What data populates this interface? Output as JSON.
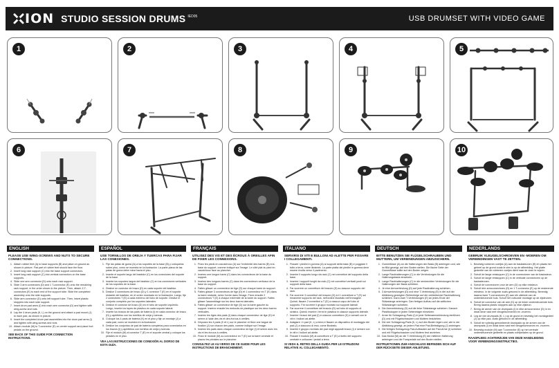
{
  "header": {
    "brand": "ION",
    "product": "STUDIO SESSION DRUMS",
    "model": "IED05",
    "tagline": "USB DRUMSET WITH VIDEO GAME"
  },
  "steps": [
    "1",
    "2",
    "3",
    "4",
    "5",
    "6",
    "7",
    "8",
    "9",
    "10"
  ],
  "languages": [
    {
      "name": "ENGLISH",
      "title": "PLEASE USE WING-SCREWS AND NUTS TO SECURE CONNECTIONS.",
      "items": [
        "Attach rubber feet (A) to base supports (B) and place on ground as shown in picture. Flat part of rubber feet should face the floor.",
        "Insert long rack support (C) into the base support connectors.",
        "Insert long rack support (C) into vertical connectors on the base supports.",
        "Slide one arm connector (D) onto each rack support.",
        "Slide 3 arm connectors (D) and 1 T-connector (E) onto the remaining rack support, in the order shown in the picture. Then, attach Z-T-connectors (E) to each end of the support tube. Slide the completed assembly onto the side supports.",
        "Slide arm connector (D) onto left support tube. Then, insert plastic stoppers into each side support.",
        "Insert drum pad arms (I) into each arm connector (D) and tighten with wing-screw and nuts.",
        "Lay the 4 drum pads (K, L) on the ground and attach a pad mount (J) to each pad, as shown in picture.",
        "Insert the completed drum pad assemblies into the drum pad arms (I) and tighten with wing-screws and nuts.",
        "Attach module (M) to T-connector (E) on center support and place foot pedals on the ground."
      ],
      "footer": "SEE BACK OF THIS GUIDE FOR CONNECTION INSTRUCTIONS."
    },
    {
      "name": "ESPAÑOL",
      "title": "USE TORNILLOS DE OREJA Y TUERCAS PARA FIJAR LAS CONEXIONES.",
      "items": [
        "Fije las patas de goma (A) a los soportes de la base (B) y colóquelos sobre piso, como se muestra en la ilustración. La parte plana de las patas de goma debe mirar hacia el piso.",
        "Inserte el soporte largo del bastidor (C) en los conectores del soporte de la base.",
        "Inserte los soportes largos del bastidor (C) en los conectores verticales de los soportes de la base.",
        "Deslice un conector de brazo (D) en cada soporte del bastidor.",
        "Deslice 3 conectores de brazo (D) y 1 conector T (E) en el soporte restante del bastidor, en el orden mostrado en la ilustración. Luego, fije 2 conectores T (E) a cada extremo del tubo de soporte. Deslice el conjunto completo por los soportes laterales.",
        "Deslice el conector de brazo (D) en el tubo de soporte izquierdo. Luego, inserte los topes de plástico en cada soporte lateral.",
        "Inserte los brazos de las pads de batería (I) en cada conector de brazo (D) y apriételos con los tornillos de oreja y tuercas.",
        "Coloque los 4 pads de batería (K) en el piso y fije un montaje (J) a cada pad, como se muestra en la ilustración.",
        "Deslice los conjuntos de pad de batería completos para conectarlos en los brazos (I) y apriételos con tornillos de oreja y tuercas.",
        "Fije el módulo (M) al conector T (E) en el soporte central y coloque los pedales en el piso."
      ],
      "footer": "VEA LAS INSTRUCCIONES DE CONEXIÓN AL DORSO DE ESTA GUÍA."
    },
    {
      "name": "FRANÇAIS",
      "title": "UTILISEZ DES VIS ET DES ÉCROUS À OREILLES AFIN DE FIXER LES CONNEXIONS.",
      "items": [
        "Fixez les pieds en caoutchouc (A) sur l'extrémité des barres (B) à la base du support, comme indiqué sur l'image. Le côté plat du pied en caoutchouc face au plancher.",
        "Insérez une longue barre (C) dans les connecteurs de la base du support.",
        "Insérez des longues barres (C) dans les connecteurs verticaux de la base du support.",
        "Faites glisser un connecteur de tige (D) sur chaque barre du support.",
        "Faites glisser 3 connecteurs de tige (D) et 1 connecteur en T (E) dans la barre restante, selon l'ordre dans l'image. Fixez ensuite 2 connecteurs T (E) à chaque extrémité de la barre du support. Faites glisser l'assemblage sur les deux barres latérales.",
        "Faites glisser un connecteur de tige (D) sur la barre gauche du support. Insérez ensuite les embouts de plastique sur les deux barres verticales.",
        "Insérez les tiges des pads (I) dans chaque connecteur de tige (D) et serrez à l'aide des vis et des écrous à oreilles.",
        "Déposez les 4 pads (K et L) sur le plancher et fixez une bague de fixation (J) sur chacun des pads, comme indiqué sur l'image.",
        "Insérez les pads dans chaque connecteur de tige (I) et serrez avec les vis et les écrous à oreilles.",
        "Fixez le module (M) au connecteur en T (E) sur la barre centrale et placez les pédales sur le plancher."
      ],
      "footer": "CONSULTEZ LE AU VERSO DE CE GUIDE POUR LES INSTRUCTIONS DE BRANCHEMENT."
    },
    {
      "name": "ITALIANO",
      "title": "SERVIRSI DI VITI E BULLONI AD ALETTE PER FISSARE I COLLEGAMENTI.",
      "items": [
        "Fissare i piedini in gomma (A) ai supporti della base (B) e poggiare il tutto a terra, come illustrato. La parte piatta dei piedini in gomma deve essere rivolta verso il pavimento.",
        "Inserire il supporto lungo da rack (C) nei connettori del supporto della base.",
        "Inserire i supporti lunghi da rack (C) nei connettori verticali posti sui supporti della base.",
        "Far scorrere un connettore del braccio (D) su ciascun supporto del rack.",
        "Far scorrere 3 connettori del braccio (D) ed 1 connettore a T (E) sul rimanente supporto del rack, nell'ordine illustrato nell'immagine. Quindi, fissare 2 connettori a T (E) a ciascun capo del tubo di supporto. Far scorrere il gruppo montato sui supporti laterali.",
        "Far scorrere il connettore del braccio (D) sul tubo di supporto di sinistra. Quindi, inserire i fermi in plastica in ciascun supporto laterale.",
        "Inserire i bracci dei pad (I) in ciascun connettore (D) e serrarli con le viti e i bulloni ad alette.",
        "Adagiare i 4 pad (K, L) a terra e fissare un dispositivo di montaggio dei pad (J) a ciascuno di essi, come illustrato.",
        "Inserire il gruppo montato dei pad negli appositi bracci (I) e serrare con le viti e i bulloni ad alette.",
        "Fissare il modulo (M) al connettore a T (E) a livello del supporto centrale e collocare i pedali a terra."
      ],
      "footer": "SI VEDA IL RETRO DELLA GUIDA PER LE ISTRUZIONI RELATIVE AL COLLEGAMENTO."
    },
    {
      "name": "DEUTSCH",
      "title": "BITTE BENUTZEN SIE FLÜGELSCHRAUBEN UND MUTTERN, UM VERBINDUNGEN ABZUSICHERN.",
      "items": [
        "Gummifüsse (A) an die Halterungen der Basis (B) anbringen und, wie im Bild gezeigt, auf den Boden stellen. Die flache Seite der Gummifüsse sollte auf den Boden zeigen.",
        "Lange Rackhalterungen (C) in die Verbindungen für die Halterungsbasis einsetzen.",
        "Lange Rackhalterungen (C) in die senkrechten Verbindungen für die Halterungen der Basis schieben.",
        "Je eine Armverbindung (D) auf jede Rackhalterung schieben.",
        "3 Armverbindungen (D) und eine T-Verbindung (E) in der auf der Abbildung gezeigten Reihenfolge auf die verbleibende Rackhalterung schieben. Dann zwei T-Verbindungen (E) an jedes Ende der Stützstange anbringen. Den fertigen Aufbau auf die seitlichen Stützstangen schieben.",
        "Die Armverbindung (D) auf die linke Stützstange schieben. Danach Plastikstopper in jeden Seitenträger einsetzen.",
        "Arme für Schlagzeug-Pads (I) in jede Seitenarmverbindung einführen (D) und mit Flügelschrauben und Muttern festziehen.",
        "Die vier Schlagzeug-Pads (K, L) auf den Boden legen und, wie in der Abbildung gezeigt, an jedem Pad eine Pad-Befestigung (J) anbringen.",
        "Die fertigen Schlagzeug-Pad-Aufbauten auf die Pad-Arme (I) schieben und mit Flügelschrauben und Muttern fest anziehen.",
        "Das Modul (M) an die T-Verbindung (E) der mittleren Halterung anbringen und die Fusspedale auf den Boden stellen."
      ],
      "footer": "INSTRUKTIONEN ZUM ANSCHLUSS BEFINDEN SICH AUF DER RÜCKSEITE DIESER ANLEITUNG."
    },
    {
      "name": "NEDERLANDS",
      "title": "GEBRUIK VLEUGELSCHROEVEN EN -MOEREN OM VERBINDINGEN VAST TE ZETTEN.",
      "items": [
        "Bevestig rubberen voetjes (A) aan de basissteunen (B) en plaats het geheel op de grond zoals te zien is op de afbeelding. Het platte gedeelte van de rubberen voetjes dient naar de vloer te wijzen.",
        "Schuif de lange rekstoppen (C) in de connectoren van de basissteun.",
        "Schuif de lange rekstoppen (C) in de verticale connectoren op de basissteunen.",
        "Schuif de connectoren voor de arm (D) op elke reksteun.",
        "Schuif drie armconnectoren (D) en 1 T-connector (E) op de resterende reksteun, in de volgorde zoals getoond in de afbeelding. Bevestig daarna twee T-connectoren (E) aan elk uiteinde van de ondersteunende buis. Schuif het voltooide montage op de zijsteunen.",
        "Schuif de connector van de arm (D) op de linker ondersteunende buis. Breng daarna plastic stoppers aan op elke zijsteun.",
        "Breng de armen van de drumpads (I) in elke armconnector (D) in en draai deze vast met vleugelschroeven en -moeren.",
        "Leg de vier drumpads (K, L) op de grond en bevestig het montagedeel (J) op elke pad, zoals getoond in de afbeelding.",
        "Schuif de volledig gemonteerde drumpads op de armen van de drumpads (I) en draai deze vast met vleugelschroeven en -moeren.",
        "Bevestig module (M) aan T-connector (E) op het centrale ondersteunende gedeelte en plaats voetpedalen op de grond."
      ],
      "footer": "RAADPLEEG ACHTERZIJDE VAN DEZE HANDLEIDING VOOR VERBINDINGSINSTRUCTIES."
    }
  ]
}
